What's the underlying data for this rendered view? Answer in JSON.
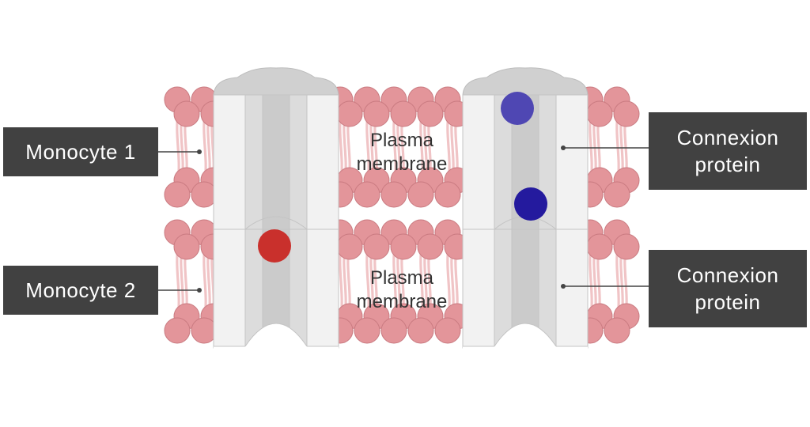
{
  "labels": {
    "monocyte_1": "Monocyte 1",
    "monocyte_2": "Monocyte 2",
    "connexion_top": [
      "Connexion",
      "protein"
    ],
    "connexion_bottom": [
      "Connexion",
      "protein"
    ]
  },
  "membrane_labels": {
    "top": [
      "Plasma",
      "membrane"
    ],
    "bottom": [
      "Plasma",
      "membrane"
    ]
  },
  "colors": {
    "lipid_head": "#e3959a",
    "lipid_head_stroke": "#c97a80",
    "lipid_tail": "#f0c4c6",
    "label_bg": "#414141",
    "leader": "#444444",
    "channel_light": "#f2f2f2",
    "channel_mid": "#dcdcdc",
    "channel_dark": "#cbcbcb",
    "cap": "#d0d0d0",
    "molecule_red": "#c9302c",
    "molecule_blue_light": "#4f47b3",
    "molecule_blue_dark": "#241a9e"
  },
  "icons": [
    "phospholipid-head",
    "connexon-channel",
    "molecule-dot"
  ]
}
